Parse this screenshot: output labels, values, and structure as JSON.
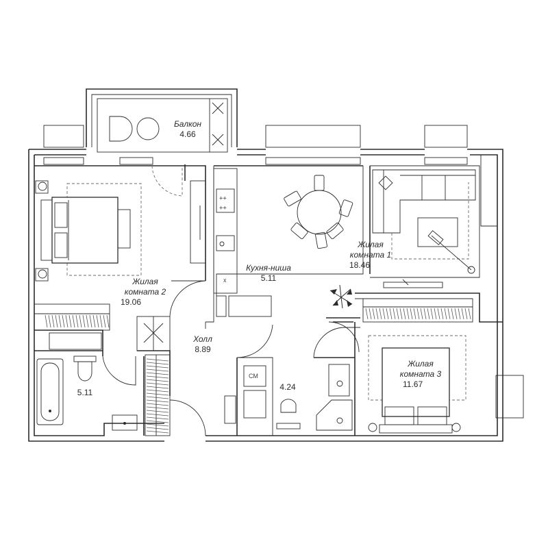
{
  "rooms": {
    "balcony": {
      "name": "Балкон",
      "area": "4.66"
    },
    "kitchen": {
      "name": "Кухня-ниша",
      "area": "5.11"
    },
    "living1": {
      "name": "Жилая\nкомната 1",
      "line1": "Жилая",
      "line2": "комната 1",
      "area": "18.46"
    },
    "living2": {
      "line1": "Жилая",
      "line2": "комната 2",
      "area": "19.06"
    },
    "living3": {
      "line1": "Жилая",
      "line2": "комната 3",
      "area": "11.67"
    },
    "hall": {
      "name": "Холл",
      "area": "8.89"
    },
    "bath1": {
      "area": "5.11"
    },
    "bath2": {
      "area": "4.24"
    }
  },
  "fixtures": {
    "washer_label": "СМ",
    "sink_mark": "x"
  }
}
